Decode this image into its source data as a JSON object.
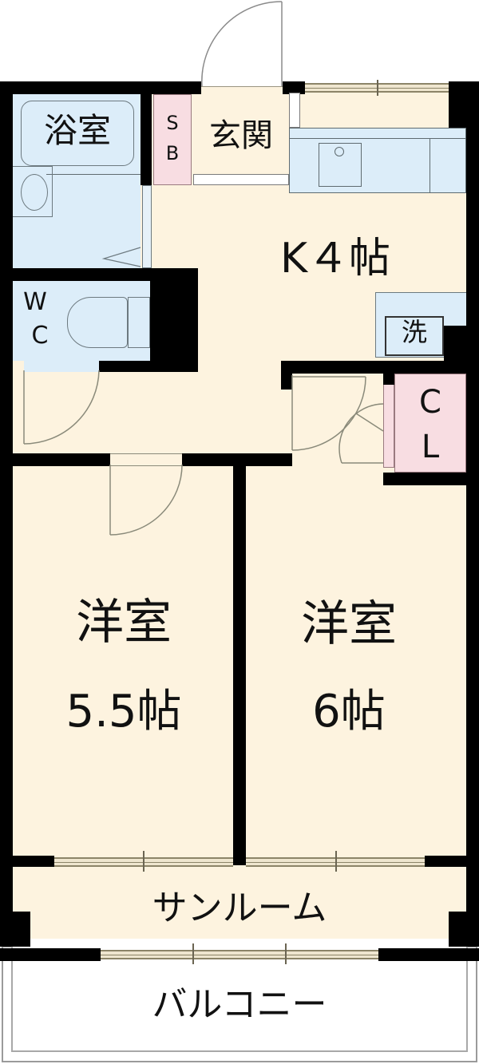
{
  "floorplan": {
    "title": "1K + sunroom floor plan",
    "colors": {
      "floor": "#fdf3df",
      "wet_area": "#dcedf9",
      "storage": "#f8dde2",
      "wall": "#000000",
      "balcony": "#ffffff"
    },
    "rooms": {
      "bath": {
        "label": "浴室"
      },
      "shoebox": {
        "label_top": "S",
        "label_bottom": "B"
      },
      "entrance": {
        "label": "玄関"
      },
      "kitchen": {
        "label": "K４帖"
      },
      "washer": {
        "label": "洗"
      },
      "toilet": {
        "label_top": "W",
        "label_bottom": "C"
      },
      "closet": {
        "label_top": "C",
        "label_bottom": "L"
      },
      "western_room_left": {
        "label": "洋室",
        "size": "5.5帖"
      },
      "western_room_right": {
        "label": "洋室",
        "size": "6帖"
      },
      "sunroom": {
        "label": "サンルーム"
      },
      "balcony": {
        "label": "バルコニー"
      }
    }
  }
}
